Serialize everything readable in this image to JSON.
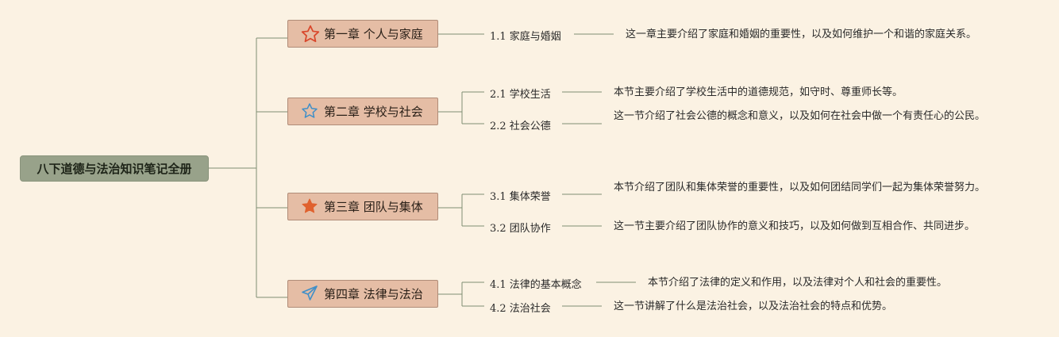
{
  "root": {
    "title": "八下道德与法治知识笔记全册"
  },
  "colors": {
    "background": "#fbf2e3",
    "root_fill": "#98a28a",
    "chapter_fill": "#e5bda5",
    "connector": "#7f8f73"
  },
  "chapters": [
    {
      "title": "第一章 个人与家庭",
      "icon": "star-outline-red-icon",
      "sections": [
        {
          "label": "1.1 家庭与婚姻",
          "desc": "这一章主要介绍了家庭和婚姻的重要性，以及如何维护一个和谐的家庭关系。"
        }
      ]
    },
    {
      "title": "第二章 学校与社会",
      "icon": "star-outline-blue-icon",
      "sections": [
        {
          "label": "2.1 学校生活",
          "desc": "本节主要介绍了学校生活中的道德规范，如守时、尊重师长等。"
        },
        {
          "label": "2.2 社会公德",
          "desc": "这一节介绍了社会公德的概念和意义，以及如何在社会中做一个有责任心的公民。"
        }
      ]
    },
    {
      "title": "第三章 团队与集体",
      "icon": "star-filled-orange-icon",
      "sections": [
        {
          "label": "3.1 集体荣誉",
          "desc": "本节介绍了团队和集体荣誉的重要性，以及如何团结同学们一起为集体荣誉努力。"
        },
        {
          "label": "3.2 团队协作",
          "desc": "这一节主要介绍了团队协作的意义和技巧，以及如何做到互相合作、共同进步。"
        }
      ]
    },
    {
      "title": "第四章 法律与法治",
      "icon": "paper-plane-icon",
      "sections": [
        {
          "label": "4.1 法律的基本概念",
          "desc": "本节介绍了法律的定义和作用，以及法律对个人和社会的重要性。"
        },
        {
          "label": "4.2 法治社会",
          "desc": "这一节讲解了什么是法治社会，以及法治社会的特点和优势。"
        }
      ]
    }
  ]
}
